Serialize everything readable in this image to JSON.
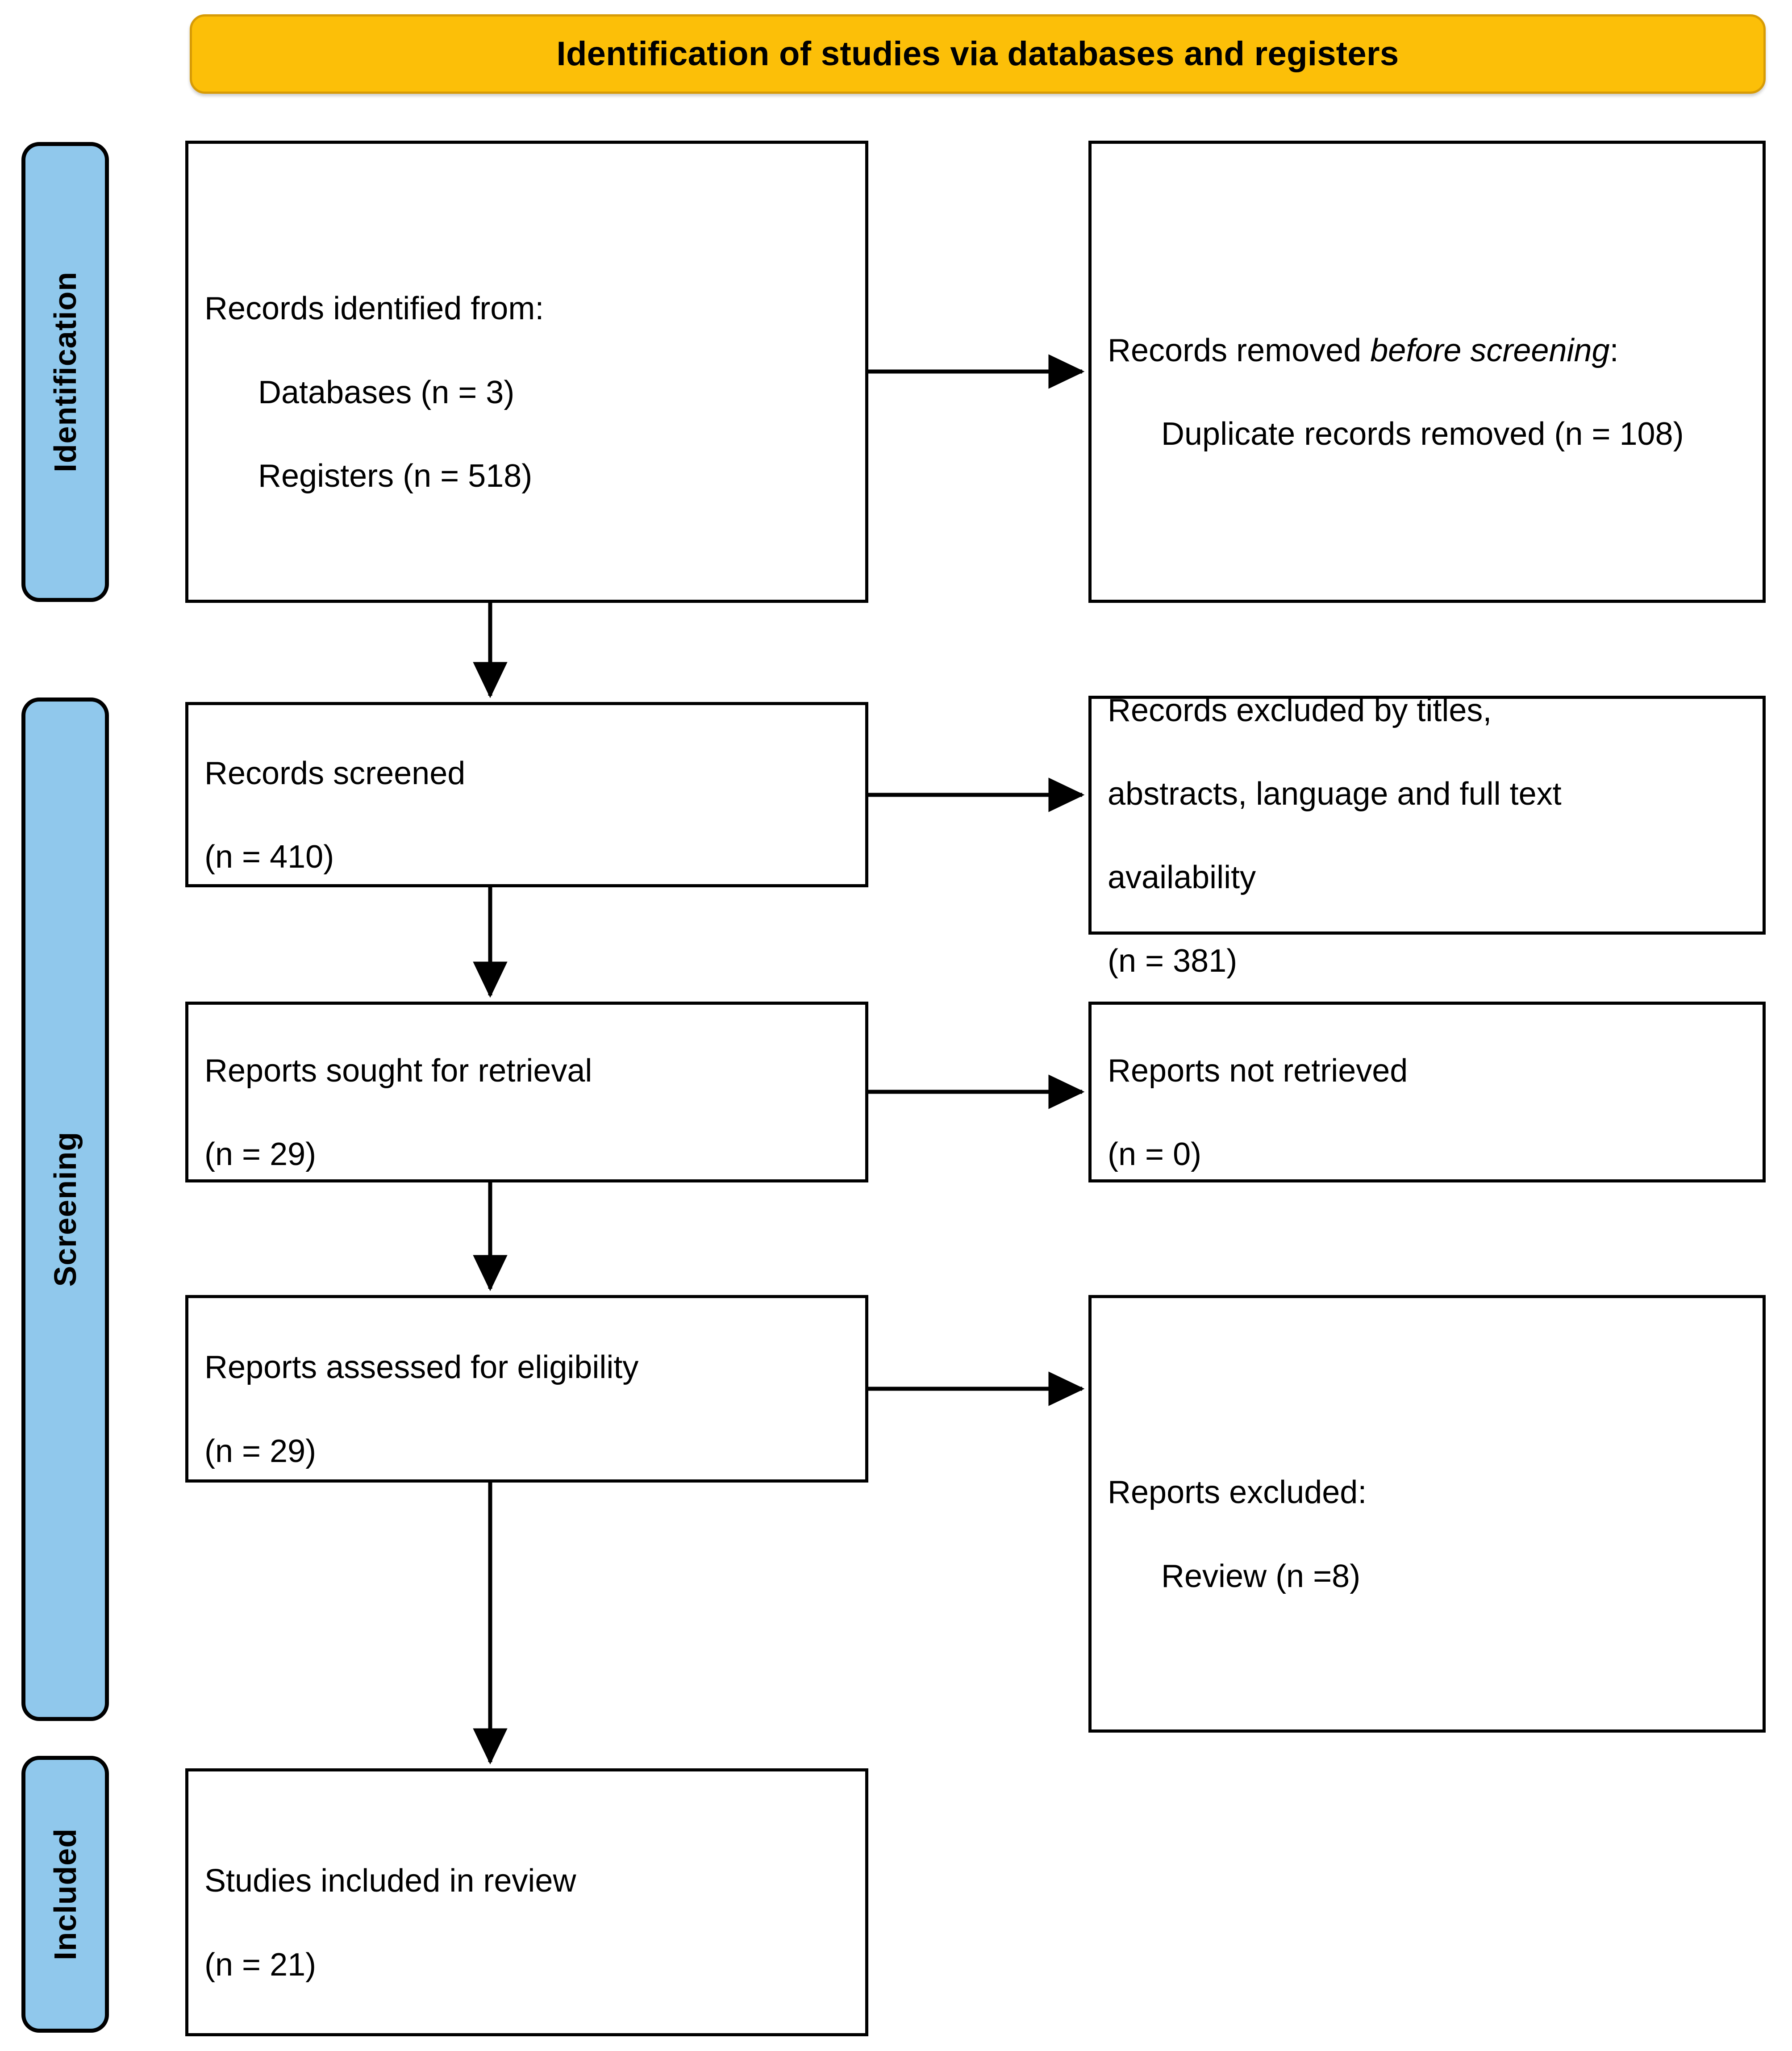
{
  "diagram": {
    "type": "prisma-flow-diagram",
    "title": "Identification of studies via databases and registers",
    "colors": {
      "banner_fill": "#fcbf08",
      "banner_border": "#d79b06",
      "rail_fill": "#90c8ec",
      "rail_border": "#000000",
      "box_fill": "#ffffff",
      "box_border": "#000000",
      "arrow": "#000000"
    }
  },
  "rails": [
    {
      "id": "identification",
      "label": "Identification"
    },
    {
      "id": "screening",
      "label": "Screening"
    },
    {
      "id": "included",
      "label": "Included"
    }
  ],
  "boxes": {
    "identified": {
      "id": "records-identified",
      "line1": "Records identified from:",
      "line2": "Databases (n = 3)",
      "line3": "Registers (n = 518)",
      "counts": {
        "databases": 3,
        "registers": 518
      }
    },
    "removed": {
      "id": "records-removed-before-screening",
      "line1_plain": "Records removed ",
      "line1_italic": "before screening",
      "line1_tail": ":",
      "line2": "Duplicate records removed (n = 108)",
      "counts": {
        "duplicates_removed": 108
      }
    },
    "screened": {
      "id": "records-screened",
      "line1": "Records screened",
      "line2": "(n = 410)",
      "counts": {
        "screened": 410
      }
    },
    "records_excluded": {
      "id": "records-excluded",
      "line1": "Records excluded by titles,",
      "line2": "abstracts, language and full text",
      "line3": "availability",
      "line4": "(n = 381)",
      "counts": {
        "excluded": 381
      }
    },
    "sought": {
      "id": "reports-sought-for-retrieval",
      "line1": "Reports sought for retrieval",
      "line2": "(n = 29)",
      "counts": {
        "sought": 29
      }
    },
    "not_retrieved": {
      "id": "reports-not-retrieved",
      "line1": "Reports not retrieved",
      "line2": "(n = 0)",
      "counts": {
        "not_retrieved": 0
      }
    },
    "assessed": {
      "id": "reports-assessed-for-eligibility",
      "line1": "Reports assessed for eligibility",
      "line2": "(n = 29)",
      "counts": {
        "assessed": 29
      }
    },
    "reports_excluded": {
      "id": "reports-excluded",
      "line1": "Reports excluded:",
      "line2": "Review (n =8)",
      "counts": {
        "review": 8
      }
    },
    "included": {
      "id": "studies-included-in-review",
      "line1": "Studies included in review",
      "line2": "(n = 21)",
      "counts": {
        "included": 21
      }
    }
  },
  "arrows": [
    {
      "id": "identified-to-removed",
      "direction": "right",
      "from": "records-identified",
      "to": "records-removed-before-screening"
    },
    {
      "id": "identified-to-screened",
      "direction": "down",
      "from": "records-identified",
      "to": "records-screened"
    },
    {
      "id": "screened-to-excluded",
      "direction": "right",
      "from": "records-screened",
      "to": "records-excluded"
    },
    {
      "id": "screened-to-sought",
      "direction": "down",
      "from": "records-screened",
      "to": "reports-sought-for-retrieval"
    },
    {
      "id": "sought-to-not-retrieved",
      "direction": "right",
      "from": "reports-sought-for-retrieval",
      "to": "reports-not-retrieved"
    },
    {
      "id": "sought-to-assessed",
      "direction": "down",
      "from": "reports-sought-for-retrieval",
      "to": "reports-assessed-for-eligibility"
    },
    {
      "id": "assessed-to-excluded",
      "direction": "right",
      "from": "reports-assessed-for-eligibility",
      "to": "reports-excluded"
    },
    {
      "id": "assessed-to-included",
      "direction": "down",
      "from": "reports-assessed-for-eligibility",
      "to": "studies-included-in-review"
    }
  ]
}
